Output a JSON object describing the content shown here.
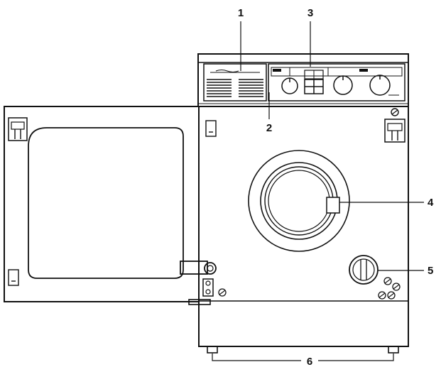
{
  "callouts": [
    {
      "id": "1",
      "label": "1"
    },
    {
      "id": "2",
      "label": "2"
    },
    {
      "id": "3",
      "label": "3"
    },
    {
      "id": "4",
      "label": "4"
    },
    {
      "id": "5",
      "label": "5"
    },
    {
      "id": "6",
      "label": "6"
    }
  ],
  "colors": {
    "line": "#111111",
    "paper": "#ffffff",
    "panel_tint": "#f2f2f2"
  }
}
